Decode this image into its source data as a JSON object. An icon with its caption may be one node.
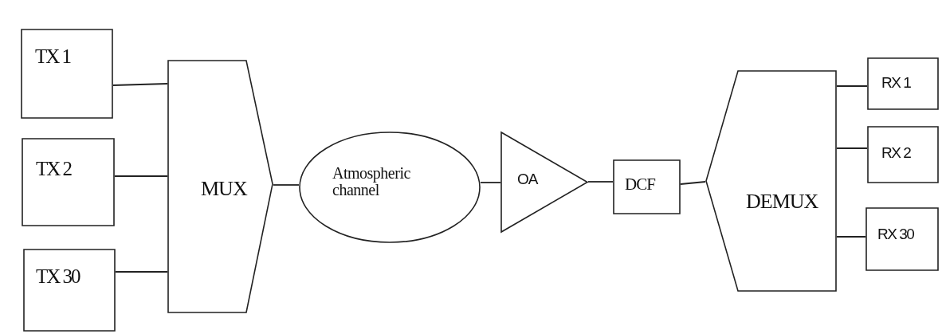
{
  "diagram": {
    "nodes": [
      {
        "text": [
          "TX 1"
        ]
      },
      {
        "text": [
          "TX 2"
        ]
      },
      {
        "text": [
          "TX 30"
        ]
      },
      {
        "text": [
          "MUX"
        ]
      },
      {
        "text": [
          "Atmospheric channel"
        ]
      },
      {
        "text": [
          "OA"
        ]
      },
      {
        "text": [
          "DCF"
        ]
      },
      {
        "text": [
          "DEMUX"
        ]
      },
      {
        "text": [
          "RX 1"
        ]
      },
      {
        "text": [
          "RX 2"
        ]
      },
      {
        "text": [
          "RX 30"
        ]
      }
    ],
    "edges": [
      {
        "from": 0,
        "to": 3,
        "arrow": "none"
      },
      {
        "from": 1,
        "to": 3,
        "arrow": "none"
      },
      {
        "from": 2,
        "to": 3,
        "arrow": "none"
      },
      {
        "from": 3,
        "to": 4,
        "arrow": "none"
      },
      {
        "from": 4,
        "to": 5,
        "arrow": "none"
      },
      {
        "from": 5,
        "to": 6,
        "arrow": "none"
      },
      {
        "from": 6,
        "to": 7,
        "arrow": "none"
      },
      {
        "from": 7,
        "to": 8,
        "arrow": "none"
      },
      {
        "from": 7,
        "to": 9,
        "arrow": "none"
      },
      {
        "from": 7,
        "to": 10,
        "arrow": "none"
      }
    ]
  }
}
